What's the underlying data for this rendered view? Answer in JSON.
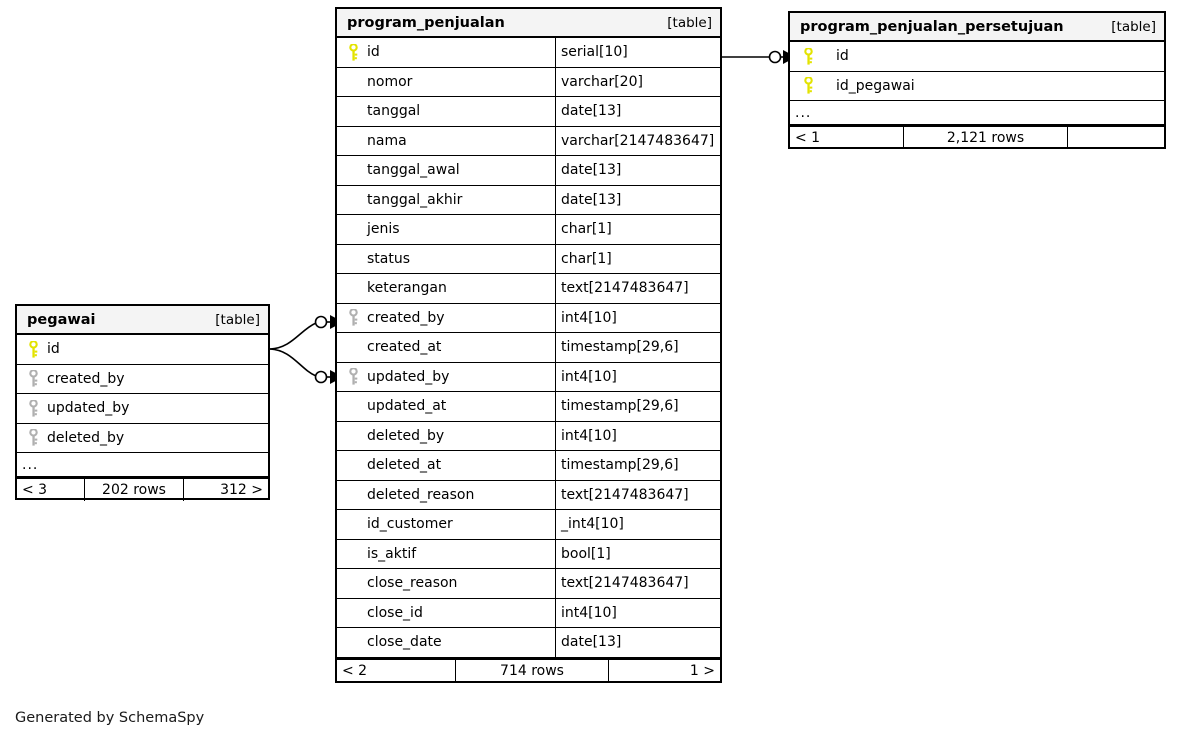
{
  "diagram": {
    "generator_credit": "Generated by SchemaSpy",
    "kind_label": "[table]",
    "ellipsis": "..."
  },
  "tables": {
    "program_penjualan": {
      "name": "program_penjualan",
      "kind": "[table]",
      "columns": [
        {
          "name": "id",
          "type": "serial[10]",
          "key": "primary"
        },
        {
          "name": "nomor",
          "type": "varchar[20]",
          "key": "none"
        },
        {
          "name": "tanggal",
          "type": "date[13]",
          "key": "none"
        },
        {
          "name": "nama",
          "type": "varchar[2147483647]",
          "key": "none"
        },
        {
          "name": "tanggal_awal",
          "type": "date[13]",
          "key": "none"
        },
        {
          "name": "tanggal_akhir",
          "type": "date[13]",
          "key": "none"
        },
        {
          "name": "jenis",
          "type": "char[1]",
          "key": "none"
        },
        {
          "name": "status",
          "type": "char[1]",
          "key": "none"
        },
        {
          "name": "keterangan",
          "type": "text[2147483647]",
          "key": "none"
        },
        {
          "name": "created_by",
          "type": "int4[10]",
          "key": "foreign"
        },
        {
          "name": "created_at",
          "type": "timestamp[29,6]",
          "key": "none"
        },
        {
          "name": "updated_by",
          "type": "int4[10]",
          "key": "foreign"
        },
        {
          "name": "updated_at",
          "type": "timestamp[29,6]",
          "key": "none"
        },
        {
          "name": "deleted_by",
          "type": "int4[10]",
          "key": "none"
        },
        {
          "name": "deleted_at",
          "type": "timestamp[29,6]",
          "key": "none"
        },
        {
          "name": "deleted_reason",
          "type": "text[2147483647]",
          "key": "none"
        },
        {
          "name": "id_customer",
          "type": "_int4[10]",
          "key": "none"
        },
        {
          "name": "is_aktif",
          "type": "bool[1]",
          "key": "none"
        },
        {
          "name": "close_reason",
          "type": "text[2147483647]",
          "key": "none"
        },
        {
          "name": "close_id",
          "type": "int4[10]",
          "key": "none"
        },
        {
          "name": "close_date",
          "type": "date[13]",
          "key": "none"
        }
      ],
      "footer": {
        "left": "< 2",
        "middle": "714 rows",
        "right": "1 >"
      }
    },
    "pegawai": {
      "name": "pegawai",
      "kind": "[table]",
      "columns": [
        {
          "name": "id",
          "type": "",
          "key": "primary"
        },
        {
          "name": "created_by",
          "type": "",
          "key": "foreign"
        },
        {
          "name": "updated_by",
          "type": "",
          "key": "foreign"
        },
        {
          "name": "deleted_by",
          "type": "",
          "key": "foreign"
        }
      ],
      "has_more": true,
      "footer": {
        "left": "< 3",
        "middle": "202 rows",
        "right": "312 >"
      }
    },
    "program_penjualan_persetujuan": {
      "name": "program_penjualan_persetujuan",
      "kind": "[table]",
      "columns": [
        {
          "name": "id",
          "type": "",
          "key": "primary"
        },
        {
          "name": "id_pegawai",
          "type": "",
          "key": "primary"
        }
      ],
      "has_more": true,
      "footer": {
        "left": "< 1",
        "middle": "2,121 rows",
        "right": ""
      }
    }
  },
  "relationships": [
    {
      "from": "pegawai.id",
      "to": "program_penjualan.created_by",
      "notation": "crows-foot"
    },
    {
      "from": "pegawai.id",
      "to": "program_penjualan.updated_by",
      "notation": "crows-foot"
    },
    {
      "from": "program_penjualan.id",
      "to": "program_penjualan_persetujuan.id",
      "notation": "crows-foot"
    }
  ],
  "colors": {
    "primary_key_icon": "#e3e300",
    "foreign_key_icon": "#b0b0b0",
    "table_header_bg": "#f4f4f4",
    "border": "#000000",
    "background": "#ffffff"
  }
}
